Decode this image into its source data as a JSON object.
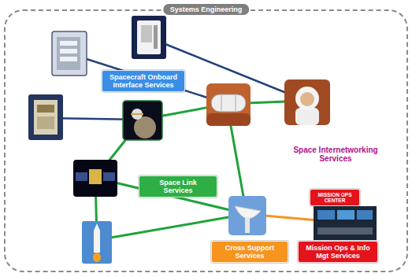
{
  "diagram": {
    "nodes": [
      {
        "text": [
          "Systems Engineering"
        ]
      },
      {
        "text": [
          "Spacecraft Onboard Interface Services"
        ],
        "in": 0
      },
      {
        "text": [
          "Space Internetworking Services"
        ],
        "in": 0
      },
      {
        "text": [
          "Space Link Services"
        ],
        "in": 0
      },
      {
        "text": [
          "MISSION OPS CENTER"
        ],
        "in": 0
      },
      {
        "text": [
          "Cross Support Services"
        ],
        "in": 0
      },
      {
        "text": [
          "Mission Ops & Info Mgt Services"
        ],
        "in": 0
      }
    ]
  }
}
